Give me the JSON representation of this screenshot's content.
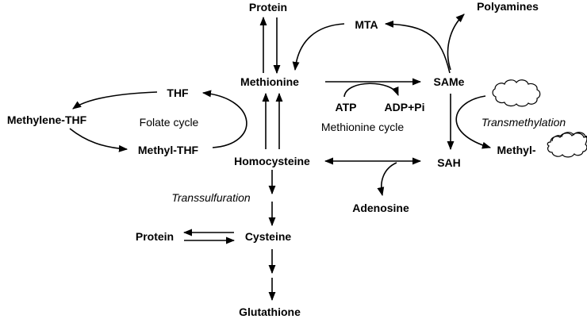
{
  "nodes": {
    "protein_top": "Protein",
    "mta": "MTA",
    "polyamines": "Polyamines",
    "methionine": "Methionine",
    "same": "SAMe",
    "thf": "THF",
    "methylene_thf": "Methylene-THF",
    "folate_cycle": "Folate cycle",
    "methyl_thf": "Methyl-THF",
    "atp": "ATP",
    "adp_pi": "ADP+Pi",
    "methionine_cycle": "Methionine cycle",
    "transmethylation": "Transmethylation",
    "methyl": "Methyl-",
    "homocysteine": "Homocysteine",
    "sah": "SAH",
    "transsulfuration": "Transsulfuration",
    "adenosine": "Adenosine",
    "protein_bottom": "Protein",
    "cysteine": "Cysteine",
    "glutathione": "Glutathione"
  },
  "icons": {
    "substrate_cloud_top": "cloud-icon",
    "substrate_cloud_methyl": "cloud-icon"
  }
}
